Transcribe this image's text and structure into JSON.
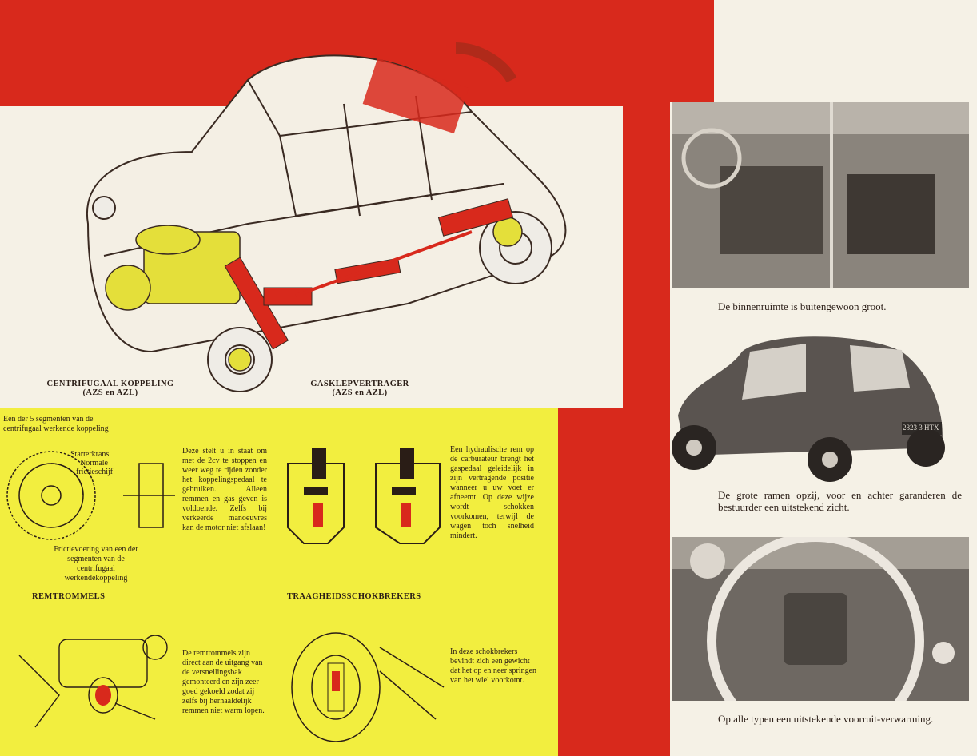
{
  "illustration": {
    "label_left_title": "CENTRIFUGAAL KOPPELING",
    "label_left_sub": "(AZS en AZL)",
    "label_right_title": "GASKLEPVERTRAGER",
    "label_right_sub": "(AZS en AZL)"
  },
  "panel": {
    "clutch_note": "Een der 5 segmenten van de centrifugaal werkende koppeling",
    "starterkrans": "Starterkrans",
    "normale": "Normale",
    "frictieschijf": "frictieschijf",
    "frictie_text": "Frictievoering van een der segmenten van de centrifugaal werkendekoppeling",
    "clutch_desc": "Deze stelt u in staat om met de 2cv te stoppen en weer weg te rijden zonder het koppelingspedaal te gebruiken. Alleen remmen en gas geven is voldoende. Zelfs bij verkeerde manoeuvres kan de motor niet afslaan!",
    "throttle_desc": "Een hydraulische rem op de carburateur brengt het gaspedaal geleidelijk in zijn vertragende positie wanneer u uw voet er afneemt. Op deze wijze wordt schokken voorkomen, terwijl de wagen toch snelheid mindert.",
    "remtrommels_title": "REMTROMMELS",
    "remtrommels_desc": "De remtrommels zijn direct aan de uitgang van de versnellingsbak gemonteerd en zijn zeer goed gekoeld zodat zij zelfs bij herhaaldelijk remmen niet warm lopen.",
    "shock_title": "TRAAGHEIDSSCHOKBREKERS",
    "shock_desc": "In deze schokbrekers bevindt zich een gewicht dat het op en neer springen van het wiel voorkomt."
  },
  "photos": {
    "caption1": "De binnenruimte is buitengewoon groot.",
    "caption2": "De grote ramen opzij, voor en achter garanderen de bestuurder een uitstekend zicht.",
    "caption3": "Op alle typen een uitstekende voorruit-verwarming.",
    "plate": "2823 3 HTX"
  },
  "colors": {
    "red": "#d8291c",
    "cream": "#f5f1e6",
    "yellow": "#f2ee3f"
  }
}
